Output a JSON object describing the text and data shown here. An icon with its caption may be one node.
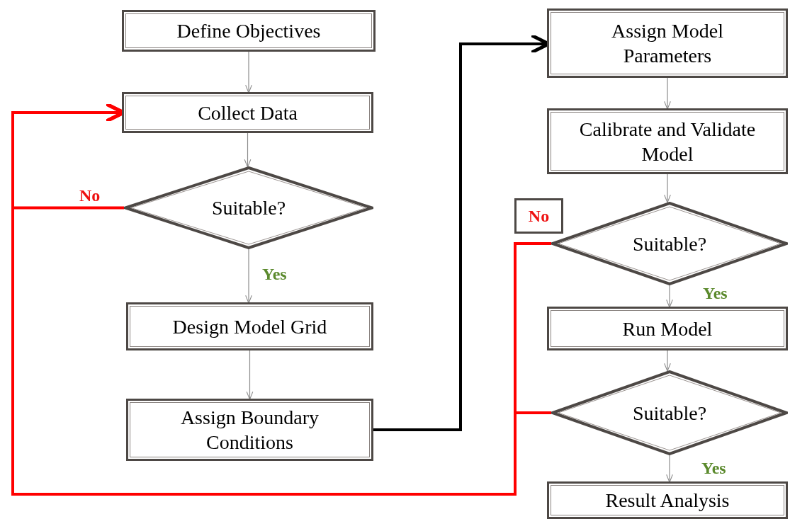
{
  "diagram": {
    "nodes": [
      {
        "text": [
          "Define Objectives"
        ]
      },
      {
        "text": [
          "Collect Data"
        ]
      },
      {
        "text": [
          "Suitable?"
        ]
      },
      {
        "text": [
          "Design Model Grid"
        ]
      },
      {
        "text": [
          "Assign Boundary Conditions"
        ]
      },
      {
        "text": [
          "Assign Model Parameters"
        ]
      },
      {
        "text": [
          "Calibrate and Validate Model"
        ]
      },
      {
        "text": [
          "Suitable?"
        ]
      },
      {
        "text": [
          "Run Model"
        ]
      },
      {
        "text": [
          "Suitable?"
        ]
      },
      {
        "text": [
          "Result Analysis"
        ]
      },
      {
        "text": [
          "No"
        ]
      }
    ],
    "edges": [
      {
        "from": 0,
        "to": 1,
        "arrow": "to"
      },
      {
        "from": 1,
        "to": 2,
        "arrow": "to"
      },
      {
        "from": 2,
        "to": 3,
        "arrow": "to",
        "label": "Yes"
      },
      {
        "from": 3,
        "to": 4,
        "arrow": "to"
      },
      {
        "from": 4,
        "to": 5,
        "arrow": "to",
        "style": "thick",
        "color": "#000000"
      },
      {
        "from": 5,
        "to": 6,
        "arrow": "to"
      },
      {
        "from": 6,
        "to": 7,
        "arrow": "to"
      },
      {
        "from": 7,
        "to": 8,
        "arrow": "to",
        "label": "Yes"
      },
      {
        "from": 8,
        "to": 9,
        "arrow": "to"
      },
      {
        "from": 9,
        "to": 10,
        "arrow": "to",
        "label": "Yes"
      },
      {
        "from": 2,
        "to": 1,
        "arrow": "to",
        "label": "No",
        "style": "thick",
        "color": "#ff0000"
      },
      {
        "from": 7,
        "to": 1,
        "arrow": "to",
        "style": "thick",
        "color": "#ff0000"
      },
      {
        "from": 9,
        "to": 1,
        "arrow": "to",
        "style": "thick",
        "color": "#ff0000"
      }
    ]
  }
}
